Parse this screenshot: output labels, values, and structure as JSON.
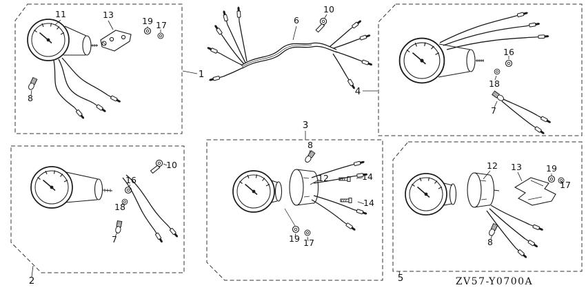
{
  "diagram": {
    "part_code": "ZV57-Y0700A",
    "panels": {
      "kit1": {
        "ref": "1",
        "callouts": {
          "c11": "11",
          "c13": "13",
          "c19": "19",
          "c17": "17",
          "c8": "8"
        }
      },
      "kit2": {
        "ref": "2",
        "callouts": {
          "c10": "10",
          "c16": "16",
          "c18": "18",
          "c7": "7"
        }
      },
      "kit3": {
        "ref": "3",
        "callouts": {
          "c8": "8",
          "c12": "12",
          "c14a": "14",
          "c14b": "14",
          "c19": "19",
          "c17": "17"
        }
      },
      "kit4": {
        "ref": "4",
        "callouts": {
          "c16": "16",
          "c18": "18",
          "c7": "7"
        }
      },
      "kit5": {
        "ref": "5",
        "callouts": {
          "c12": "12",
          "c13": "13",
          "c19": "19",
          "c17": "17",
          "c8": "8"
        }
      },
      "loose": {
        "callouts": {
          "c6": "6",
          "c10": "10"
        }
      }
    }
  }
}
